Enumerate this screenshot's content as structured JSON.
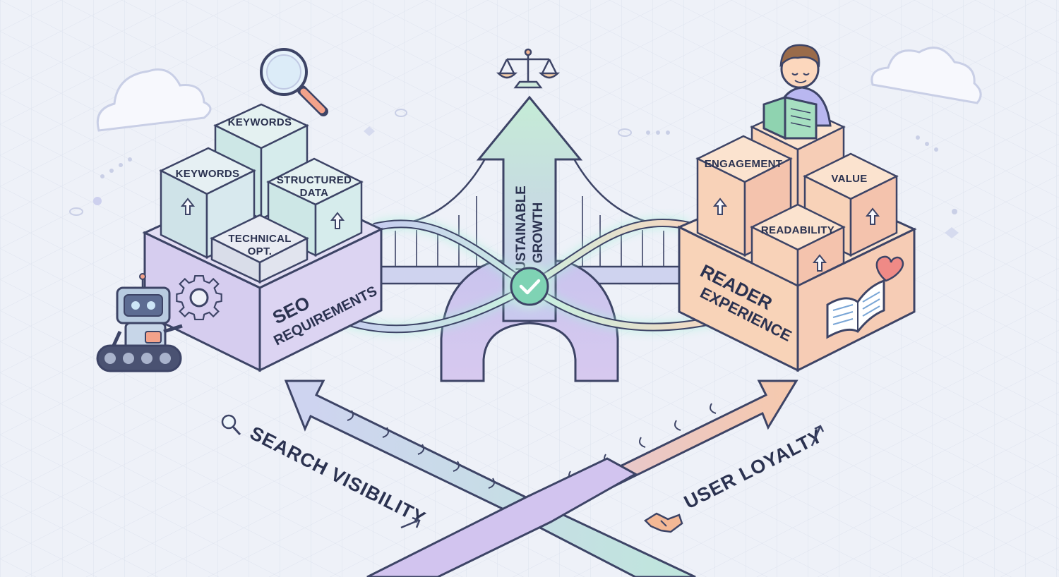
{
  "seo": {
    "title_line1": "SEO",
    "title_line2": "REQUIREMENTS",
    "boxes": {
      "keywords_back": "KEYWORDS",
      "keywords_front": "KEYWORDS",
      "structured_line1": "STRUCTURED",
      "structured_line2": "DATA",
      "technical_line1": "TECHNICAL",
      "technical_line2": "OPT."
    }
  },
  "reader": {
    "title_line1": "READER",
    "title_line2": "EXPERIENCE",
    "boxes": {
      "engagement": "ENGAGEMENT",
      "value": "VALUE",
      "readability": "READABILITY"
    }
  },
  "center": {
    "arrow_line1": "SUSTAINABLE",
    "arrow_line2": "GROWTH"
  },
  "roads": {
    "left": "SEARCH VISIBILITY",
    "right": "USER LOYALTY"
  },
  "colors": {
    "background": "#eef1f8",
    "seo_purple": "#d9d3f0",
    "seo_teal": "#cfe6ea",
    "reader_peach": "#f8d6bd",
    "reader_salmon": "#f3c1ad",
    "growth_green": "#bfe7d3",
    "outline": "#3d4466"
  },
  "icons": [
    "magnifier-icon",
    "robot-icon",
    "gear-icon",
    "balance-scale-icon",
    "reader-person-icon",
    "open-book-icon",
    "heart-icon",
    "checkmark-icon",
    "handshake-icon",
    "search-icon",
    "cloud-icon"
  ]
}
